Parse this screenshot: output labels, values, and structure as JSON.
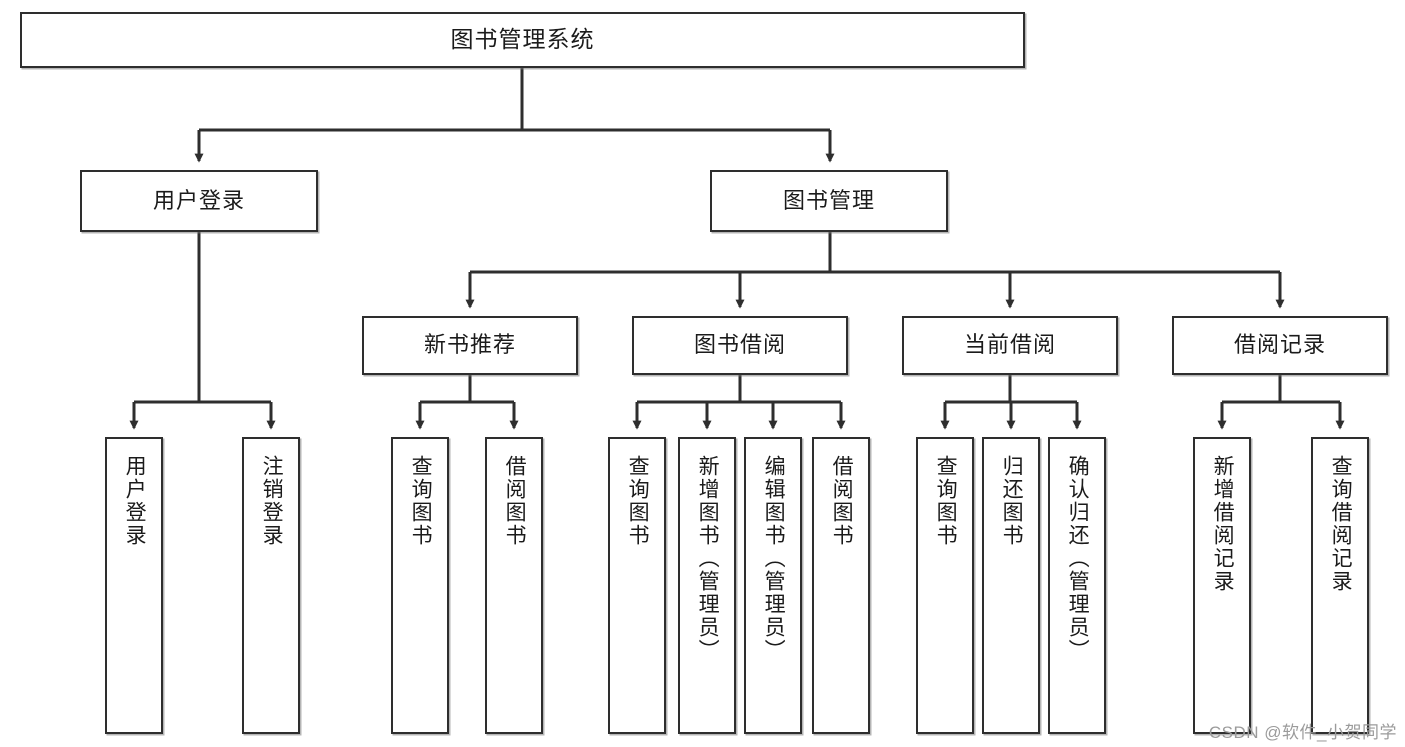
{
  "diagram": {
    "title": "图书管理系统",
    "root": {
      "label": "图书管理系统"
    },
    "level2": [
      {
        "label": "用户登录"
      },
      {
        "label": "图书管理"
      }
    ],
    "level3": [
      {
        "label": "新书推荐"
      },
      {
        "label": "图书借阅"
      },
      {
        "label": "当前借阅"
      },
      {
        "label": "借阅记录"
      }
    ],
    "leaves": [
      {
        "label": "用户登录",
        "parent": "用户登录"
      },
      {
        "label": "注销登录",
        "parent": "用户登录"
      },
      {
        "label": "查询图书",
        "parent": "新书推荐"
      },
      {
        "label": "借阅图书",
        "parent": "新书推荐"
      },
      {
        "label": "查询图书",
        "parent": "图书借阅"
      },
      {
        "label": "新增图书（管理员）",
        "parent": "图书借阅"
      },
      {
        "label": "编辑图书（管理员）",
        "parent": "图书借阅"
      },
      {
        "label": "借阅图书",
        "parent": "图书借阅"
      },
      {
        "label": "查询图书",
        "parent": "当前借阅"
      },
      {
        "label": "归还图书",
        "parent": "当前借阅"
      },
      {
        "label": "确认归还（管理员）",
        "parent": "当前借阅"
      },
      {
        "label": "新增借阅记录",
        "parent": "借阅记录"
      },
      {
        "label": "查询借阅记录",
        "parent": "借阅记录"
      }
    ]
  },
  "watermark": {
    "text": "CSDN @软件_小贺同学"
  },
  "colors": {
    "stroke": "#2e2e2e",
    "fill": "#ffffff",
    "text": "#1b1b1b",
    "watermark": "#9b9b9b"
  }
}
